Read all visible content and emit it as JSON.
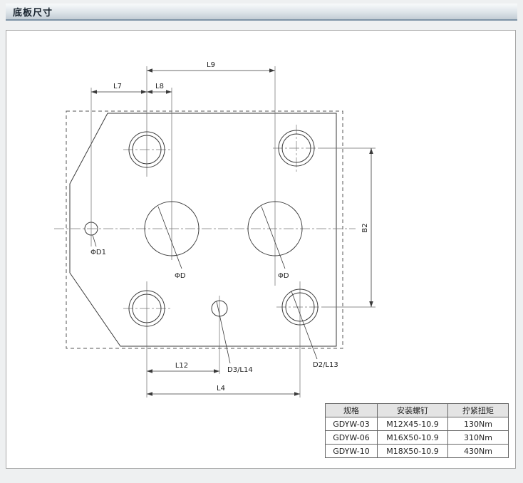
{
  "header": {
    "title": "底板尺寸"
  },
  "drawing": {
    "labels": {
      "l9": "L9",
      "l7": "L7",
      "l8": "L8",
      "b2": "B2",
      "l12": "L12",
      "l4": "L4",
      "d3_l14": "D3/L14",
      "d2_l13": "D2/L13",
      "phi_d_left": "ΦD",
      "phi_d_right": "ΦD",
      "phi_d1": "ΦD1"
    }
  },
  "table": {
    "headers": [
      "规格",
      "安装螺钉",
      "拧紧扭矩"
    ],
    "rows": [
      [
        "GDYW-03",
        "M12X45-10.9",
        "130Nm"
      ],
      [
        "GDYW-06",
        "M16X50-10.9",
        "310Nm"
      ],
      [
        "GDYW-10",
        "M18X50-10.9",
        "430Nm"
      ]
    ]
  },
  "colors": {
    "header_gradient_top": "#f8fafb",
    "header_gradient_bottom": "#c2ccd4",
    "header_border": "#7e93a6",
    "line": "#3a3a3a",
    "table_header_bg": "#e4e4e4"
  }
}
